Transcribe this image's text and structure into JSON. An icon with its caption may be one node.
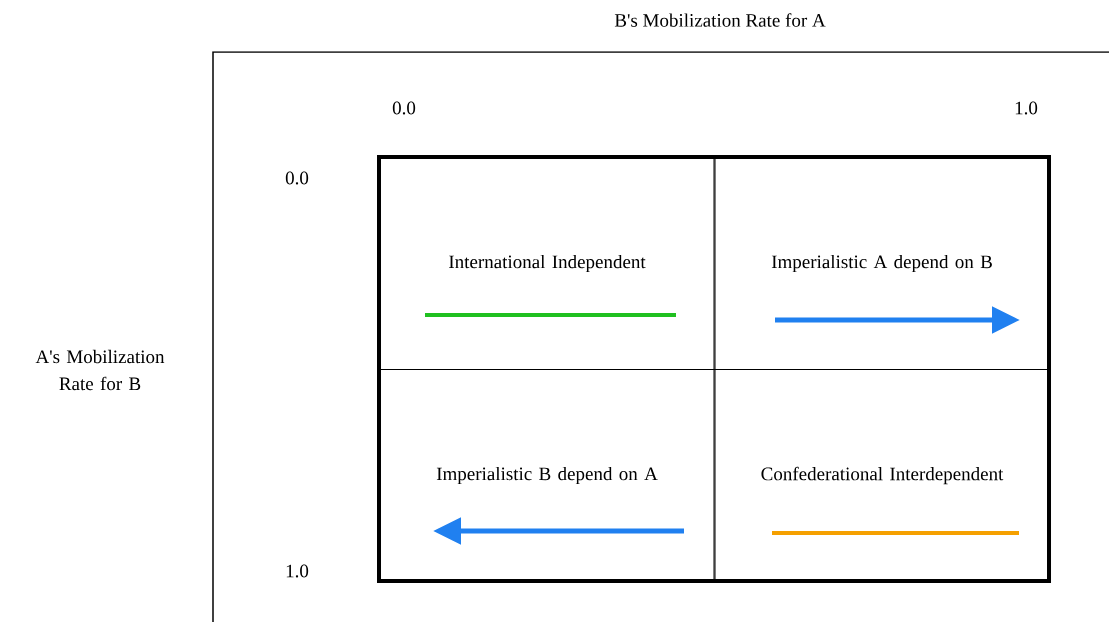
{
  "diagram": {
    "nodes": [
      {
        "text": [
          "International Independent"
        ]
      },
      {
        "text": [
          "Imperialistic A depend on B"
        ]
      },
      {
        "text": [
          "Imperialistic B depend on A"
        ]
      },
      {
        "text": [
          "Confederational Interdependent"
        ]
      }
    ],
    "labels": [
      "B's Mobilization Rate for A",
      "0.0",
      "1.0",
      "0.0",
      "A's Mobilization Rate for B",
      "1.0"
    ]
  }
}
